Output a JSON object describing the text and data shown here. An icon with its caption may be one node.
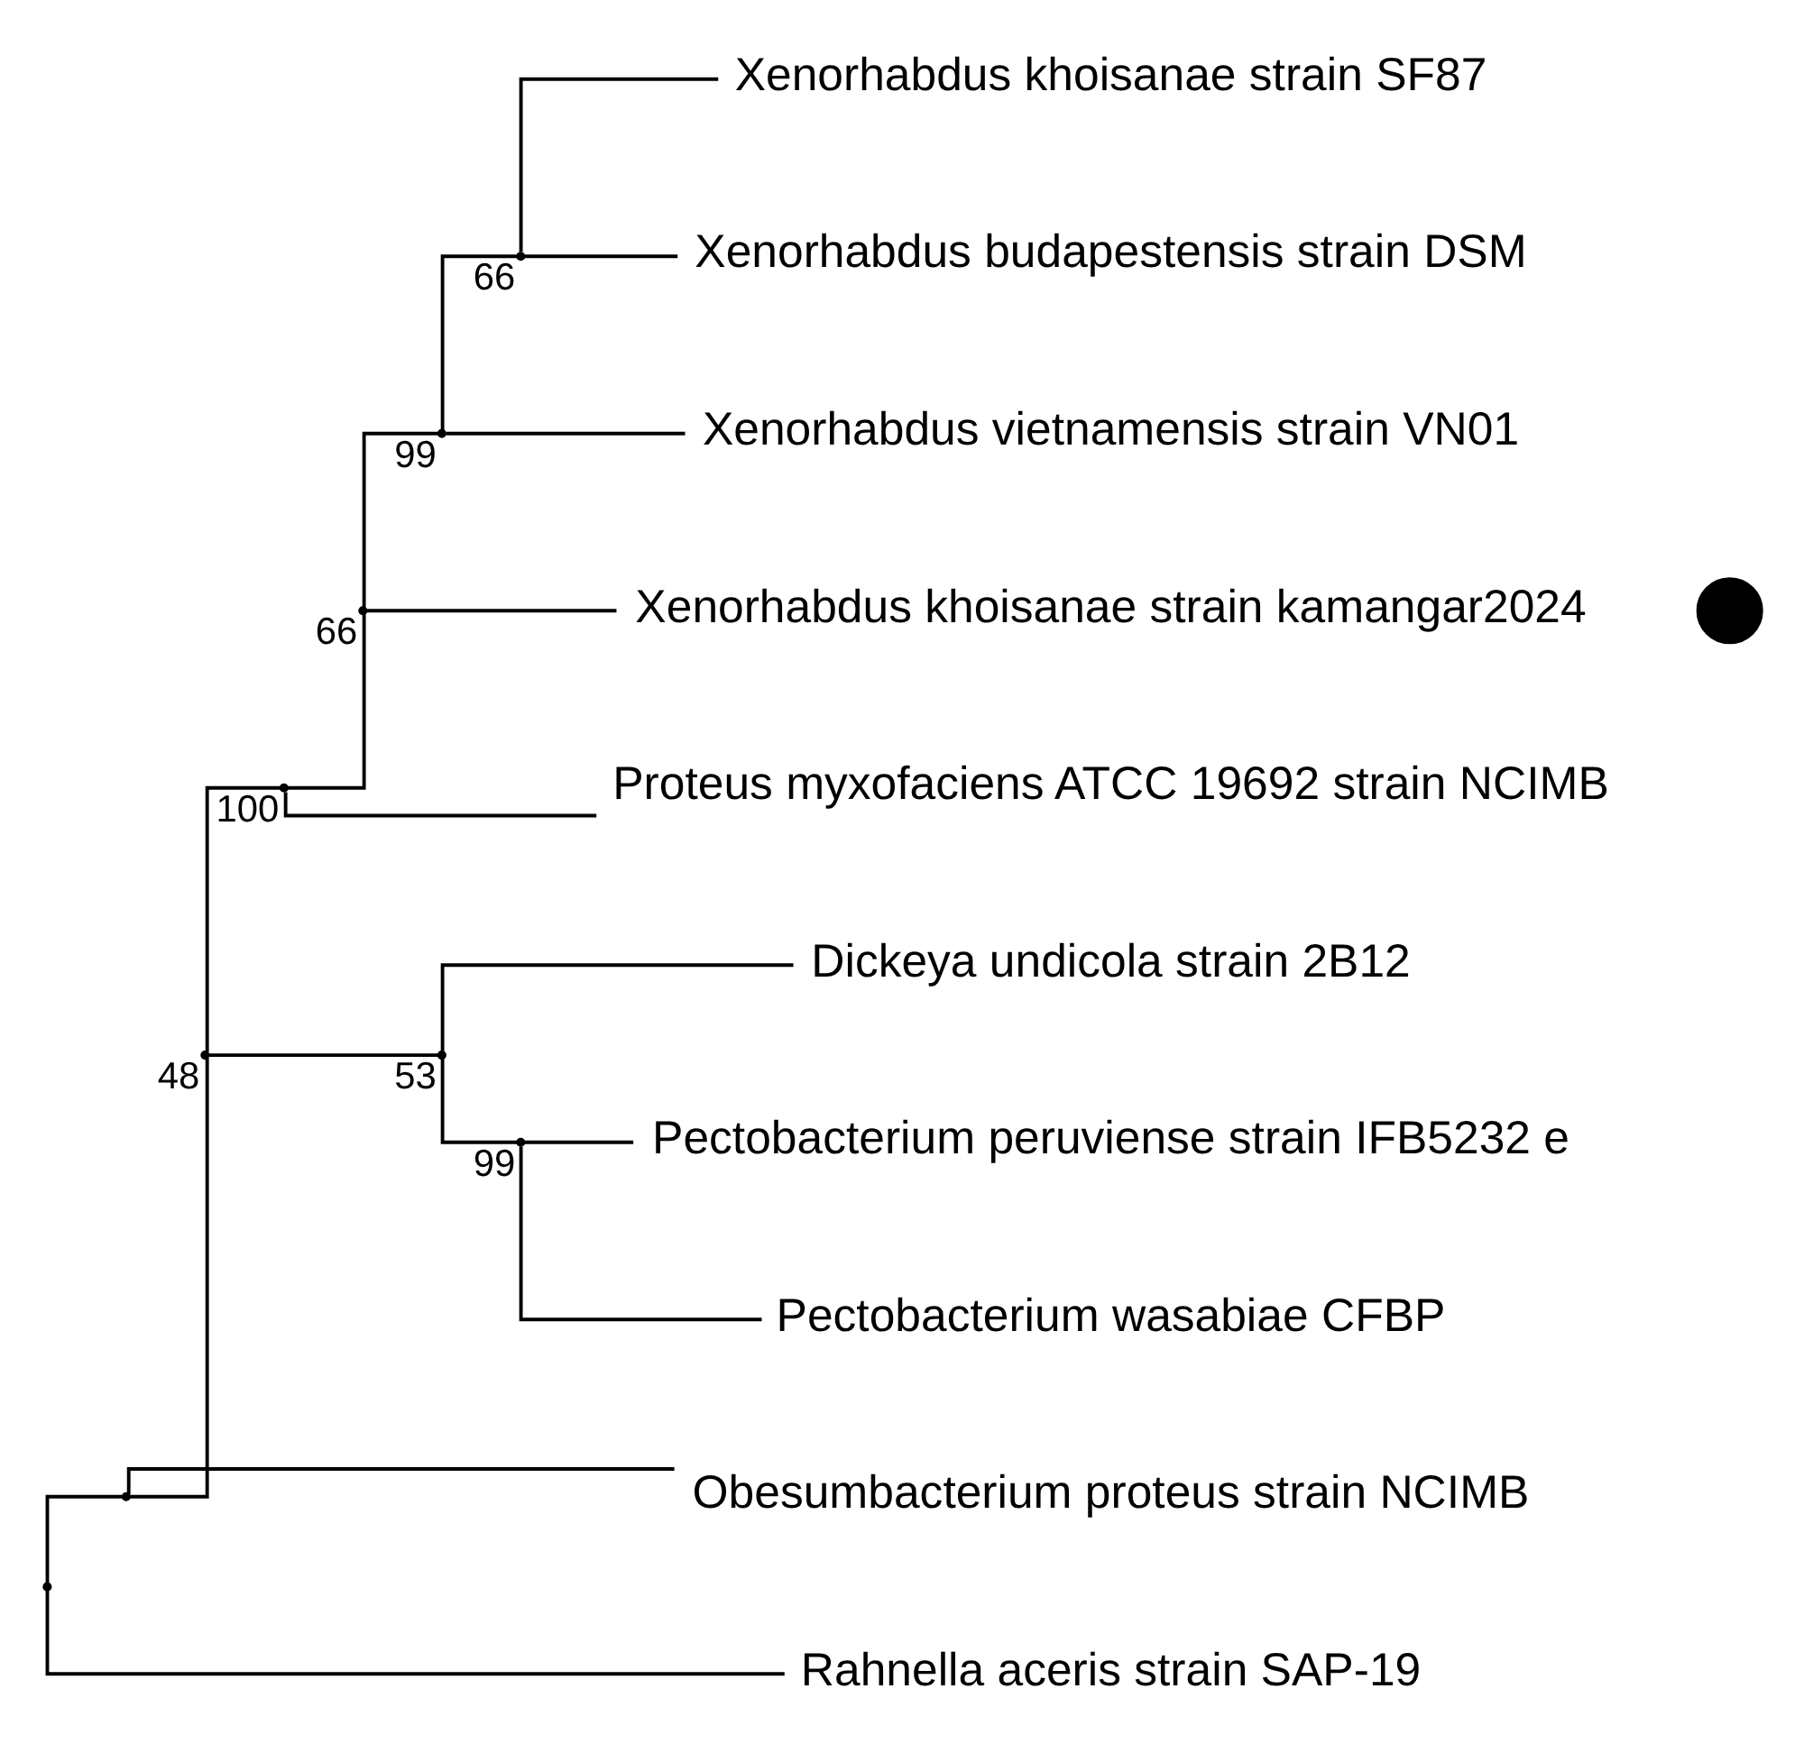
{
  "diagram": {
    "nodes": [
      {
        "text": [],
        "shape": "point"
      },
      {
        "text": [],
        "shape": "point"
      },
      {
        "text": [],
        "shape": "point",
        "beside": [
          "48"
        ]
      },
      {
        "text": [],
        "shape": "point",
        "beside": [
          "100"
        ]
      },
      {
        "text": [],
        "shape": "point",
        "beside": [
          "66"
        ]
      },
      {
        "text": [],
        "shape": "point",
        "beside": [
          "99"
        ]
      },
      {
        "text": [],
        "shape": "point",
        "beside": [
          "66"
        ]
      },
      {
        "text": [
          "Xenorhabdus khoisanae strain SF87"
        ]
      },
      {
        "text": [
          "Xenorhabdus budapestensis strain DSM"
        ]
      },
      {
        "text": [
          "Xenorhabdus vietnamensis strain VN01"
        ]
      },
      {
        "text": [
          "Xenorhabdus khoisanae strain kamangar2024"
        ]
      },
      {
        "text": [],
        "shape": "circle"
      },
      {
        "text": [
          "Proteus myxofaciens ATCC 19692 strain NCIMB"
        ]
      },
      {
        "text": [],
        "shape": "point",
        "beside": [
          "53"
        ]
      },
      {
        "text": [
          "Dickeya undicola strain 2B12"
        ]
      },
      {
        "text": [],
        "shape": "point",
        "beside": [
          "99"
        ]
      },
      {
        "text": [
          "Pectobacterium peruviense strain IFB5232 e"
        ]
      },
      {
        "text": [
          "Pectobacterium wasabiae CFBP"
        ]
      },
      {
        "text": [
          "Obesumbacterium proteus strain NCIMB"
        ]
      },
      {
        "text": [
          "Rahnella aceris strain SAP-19"
        ]
      }
    ],
    "edges": [
      {
        "from": 0,
        "to": 1,
        "arrow": "none"
      },
      {
        "from": 1,
        "to": 2,
        "arrow": "none"
      },
      {
        "from": 2,
        "to": 3,
        "arrow": "none"
      },
      {
        "from": 3,
        "to": 4,
        "arrow": "none"
      },
      {
        "from": 4,
        "to": 5,
        "arrow": "none"
      },
      {
        "from": 5,
        "to": 6,
        "arrow": "none"
      },
      {
        "from": 6,
        "to": 7,
        "arrow": "none"
      },
      {
        "from": 6,
        "to": 8,
        "arrow": "none"
      },
      {
        "from": 5,
        "to": 9,
        "arrow": "none"
      },
      {
        "from": 4,
        "to": 10,
        "arrow": "none"
      },
      {
        "from": 3,
        "to": 12,
        "arrow": "none"
      },
      {
        "from": 2,
        "to": 13,
        "arrow": "none"
      },
      {
        "from": 13,
        "to": 14,
        "arrow": "none"
      },
      {
        "from": 13,
        "to": 15,
        "arrow": "none"
      },
      {
        "from": 15,
        "to": 16,
        "arrow": "none"
      },
      {
        "from": 15,
        "to": 17,
        "arrow": "none"
      },
      {
        "from": 1,
        "to": 18,
        "arrow": "none"
      },
      {
        "from": 0,
        "to": 19,
        "arrow": "none"
      }
    ]
  }
}
